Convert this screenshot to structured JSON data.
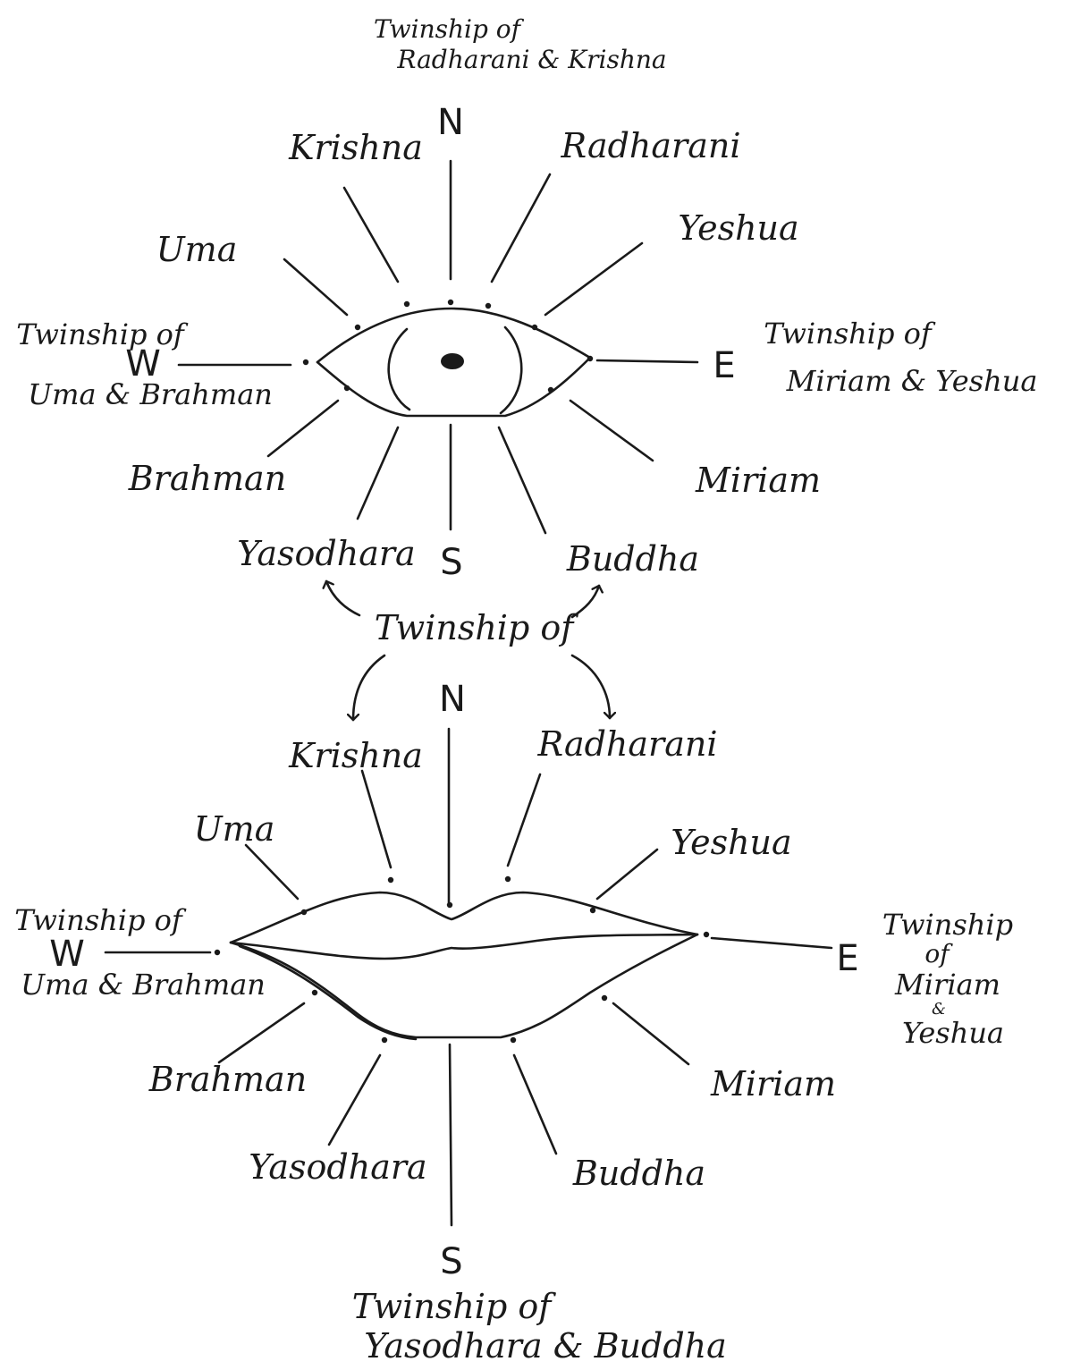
{
  "eye": {
    "top": [
      "Twinship of",
      "Radharani & Krishna"
    ],
    "dir_n": "N",
    "dir_s": "S",
    "dir_e": "E",
    "dir_w": "W",
    "krishna": "Krishna",
    "radharani": "Radharani",
    "uma": "Uma",
    "yeshua": "Yeshua",
    "west_twinship": [
      "Twinship of",
      "Uma & Brahman"
    ],
    "east_twinship": [
      "Twinship of",
      "Miriam & Yeshua"
    ],
    "brahman": "Brahman",
    "miriam": "Miriam",
    "yasodhara": "Yasodhara",
    "buddha": "Buddha"
  },
  "middle": {
    "twinship_of": "Twinship of"
  },
  "lips": {
    "dir_n": "N",
    "dir_s": "S",
    "dir_e": "E",
    "dir_w": "W",
    "krishna": "Krishna",
    "radharani": "Radharani",
    "uma": "Uma",
    "yeshua": "Yeshua",
    "west_twinship": [
      "Twinship of",
      "Uma & Brahman"
    ],
    "east_twinship": [
      "Twinship",
      "of",
      "Miriam",
      "&",
      "Yeshua"
    ],
    "brahman": "Brahman",
    "miriam": "Miriam",
    "yasodhara": "Yasodhara",
    "buddha": "Buddha",
    "bottom": [
      "Twinship of",
      "Yasodhara & Buddha"
    ]
  }
}
